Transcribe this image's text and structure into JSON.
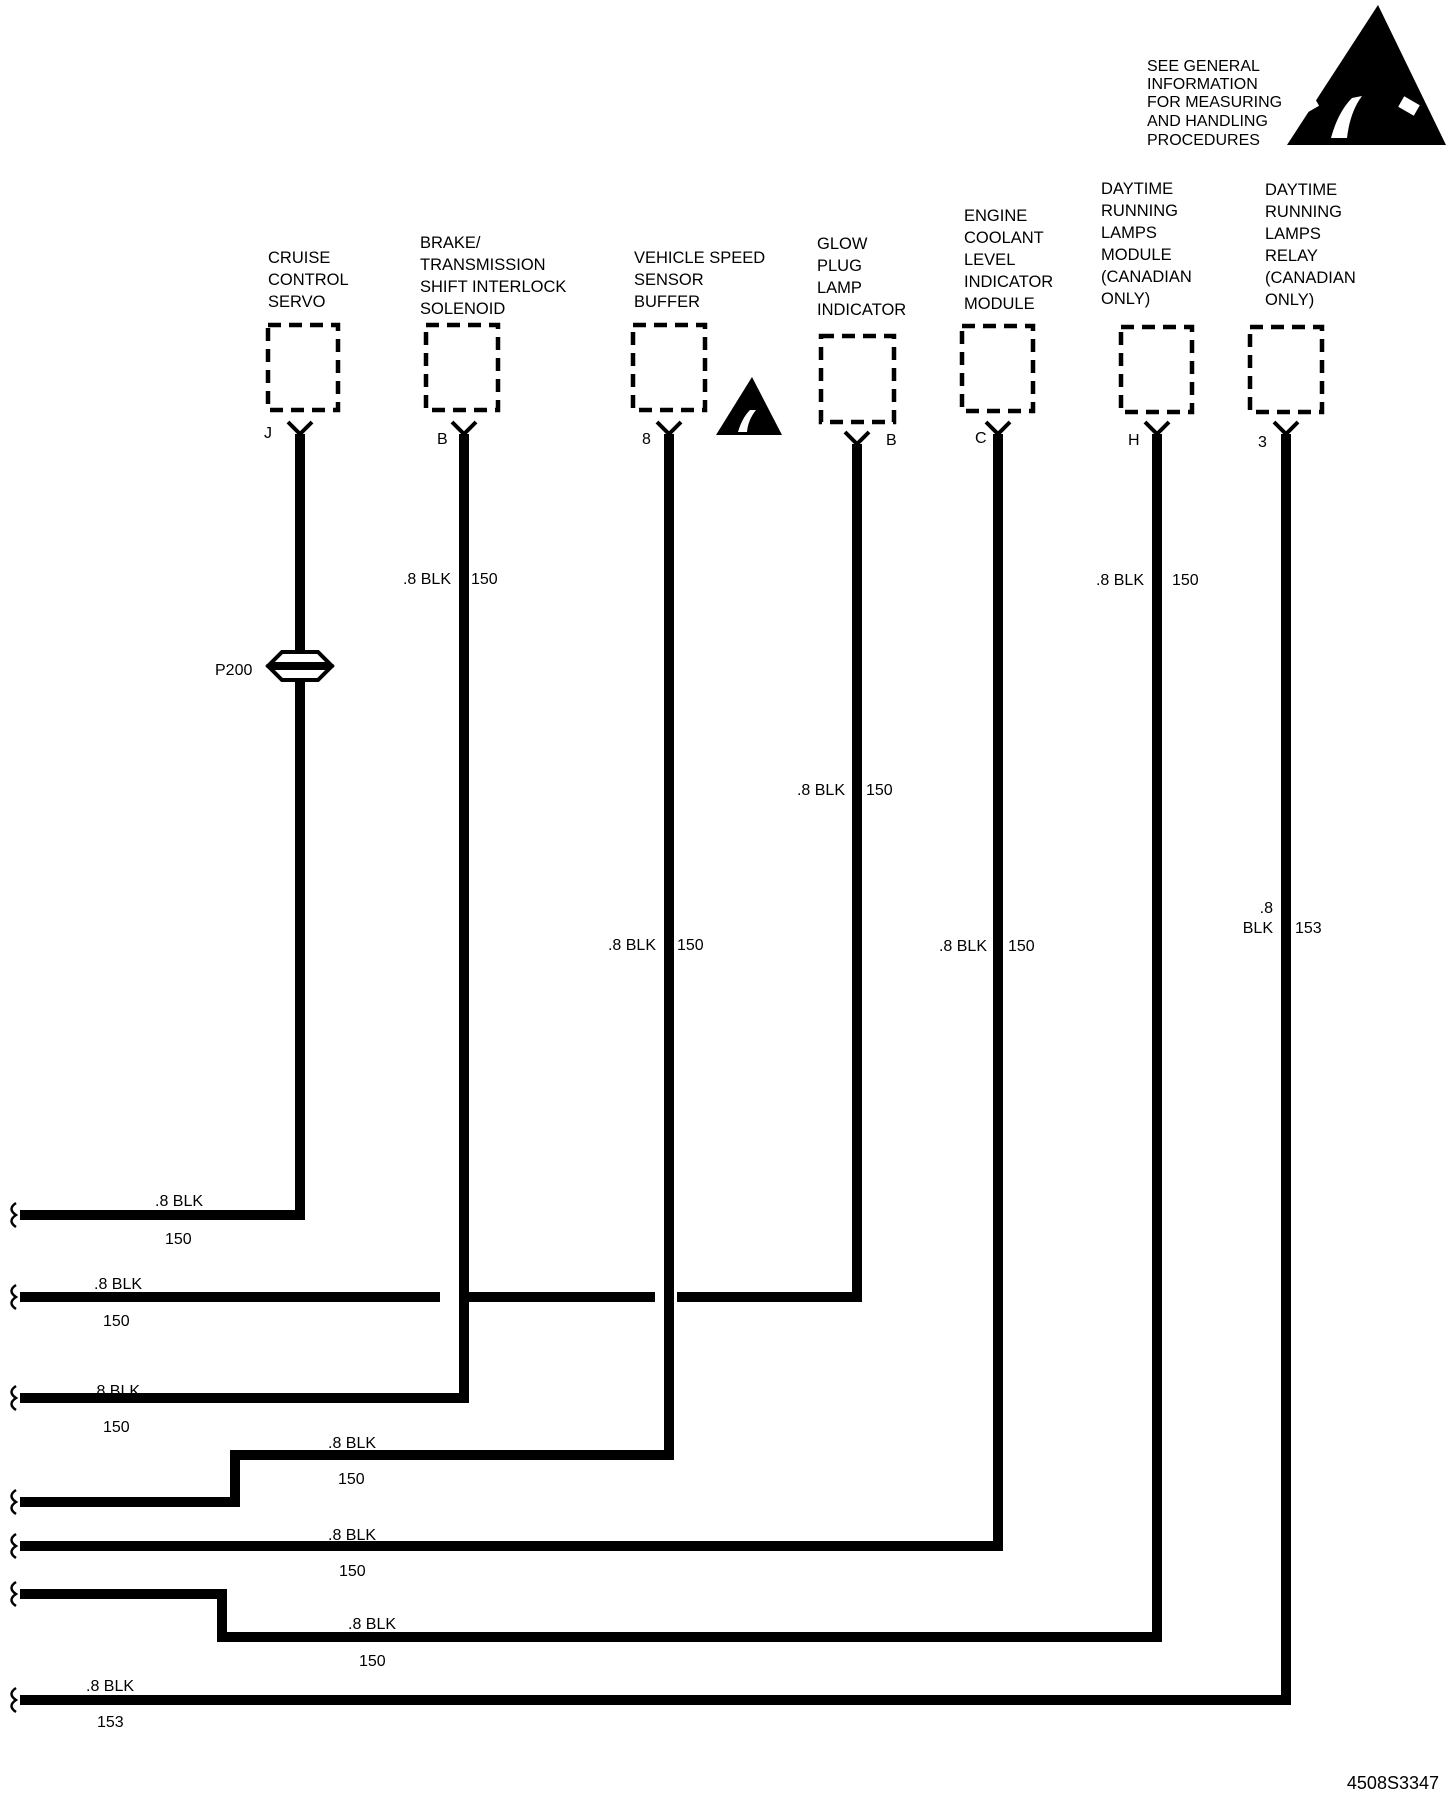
{
  "warning": {
    "lines": [
      "SEE GENERAL",
      "INFORMATION",
      "FOR MEASURING",
      "AND HANDLING",
      "PROCEDURES"
    ],
    "icon": "esd-warning-icon"
  },
  "components": [
    {
      "id": "cruise",
      "lines": [
        "CRUISE",
        "CONTROL",
        "SERVO"
      ],
      "pin": "J"
    },
    {
      "id": "brake",
      "lines": [
        "BRAKE/",
        "TRANSMISSION",
        "SHIFT INTERLOCK",
        "SOLENOID"
      ],
      "pin": "B"
    },
    {
      "id": "vss",
      "lines": [
        "VEHICLE SPEED",
        "SENSOR",
        "BUFFER"
      ],
      "pin": "8",
      "esd": true
    },
    {
      "id": "glow",
      "lines": [
        "GLOW",
        "PLUG",
        "LAMP",
        "INDICATOR"
      ],
      "pin": "B"
    },
    {
      "id": "coolant",
      "lines": [
        "ENGINE",
        "COOLANT",
        "LEVEL",
        "INDICATOR",
        "MODULE"
      ],
      "pin": "C"
    },
    {
      "id": "drlmod",
      "lines": [
        "DAYTIME",
        "RUNNING",
        "LAMPS",
        "MODULE",
        "(CANADIAN",
        "ONLY)"
      ],
      "pin": "H"
    },
    {
      "id": "drlrelay",
      "lines": [
        "DAYTIME",
        "RUNNING",
        "LAMPS",
        "RELAY",
        "(CANADIAN",
        "ONLY)"
      ],
      "pin": "3"
    }
  ],
  "connector": {
    "label": "P200"
  },
  "vertical_wire_labels": [
    {
      "id": "brake",
      "size_color": ".8 BLK",
      "circuit": "150"
    },
    {
      "id": "glow",
      "size_color": ".8 BLK",
      "circuit": "150"
    },
    {
      "id": "vss",
      "size_color": ".8 BLK",
      "circuit": "150"
    },
    {
      "id": "coolant",
      "size_color": ".8 BLK",
      "circuit": "150"
    },
    {
      "id": "drlmod",
      "size_color": ".8 BLK",
      "circuit": "150"
    },
    {
      "id": "drlrelay",
      "size": ".8",
      "color": "BLK",
      "circuit": "153"
    }
  ],
  "ground_wires": [
    {
      "id": "cruise",
      "size_color": ".8 BLK",
      "circuit": "150"
    },
    {
      "id": "glow",
      "size_color": ".8 BLK",
      "circuit": "150"
    },
    {
      "id": "brake",
      "size_color": ".8 BLK",
      "circuit": "150"
    },
    {
      "id": "vss",
      "size_color": ".8 BLK",
      "circuit": "150"
    },
    {
      "id": "coolant",
      "size_color": ".8 BLK",
      "circuit": "150"
    },
    {
      "id": "drlmod",
      "size_color": ".8 BLK",
      "circuit": "150"
    },
    {
      "id": "drlrelay",
      "size_color": ".8 BLK",
      "circuit": "153"
    }
  ],
  "figure_id": "4508S3347"
}
